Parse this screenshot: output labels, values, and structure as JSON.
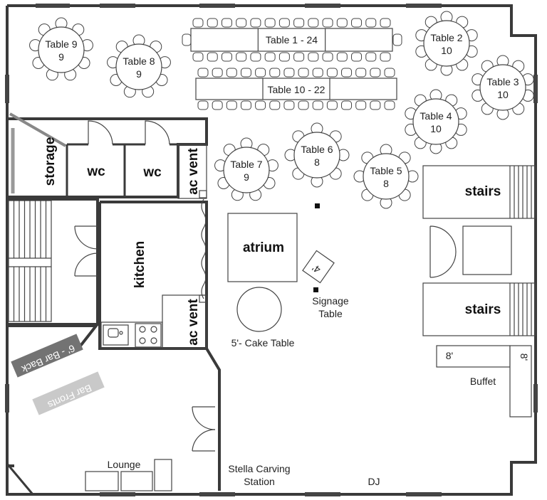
{
  "round_tables": [
    {
      "name": "Table 9",
      "seats": "9"
    },
    {
      "name": "Table 8",
      "seats": "9"
    },
    {
      "name": "Table 2",
      "seats": "10"
    },
    {
      "name": "Table 3",
      "seats": "10"
    },
    {
      "name": "Table 4",
      "seats": "10"
    },
    {
      "name": "Table 7",
      "seats": "9"
    },
    {
      "name": "Table 6",
      "seats": "8"
    },
    {
      "name": "Table 5",
      "seats": "8"
    }
  ],
  "long_tables": [
    "Table 1 - 24",
    "Table 10 - 22"
  ],
  "rooms": {
    "storage": "storage",
    "wc_1": "wc",
    "wc_2": "wc",
    "ac_vent_1": "ac vent",
    "ac_vent_2": "ac vent",
    "kitchen": "kitchen",
    "atrium": "atrium",
    "stairs_1": "stairs",
    "stairs_2": "stairs"
  },
  "features": {
    "signage_table_1": "Signage",
    "signage_table_2": "Table",
    "signage_mark": "4'",
    "cake_table": "5'- Cake Table",
    "bar_back": "6' - Bar Back",
    "bar_fronts": "Bar Fronts",
    "buffet": "Buffet",
    "buffet_len_1": "8'",
    "buffet_len_2": "8'",
    "lounge": "Lounge",
    "carving_1": "Stella Carving",
    "carving_2": "Station",
    "dj": "DJ"
  }
}
